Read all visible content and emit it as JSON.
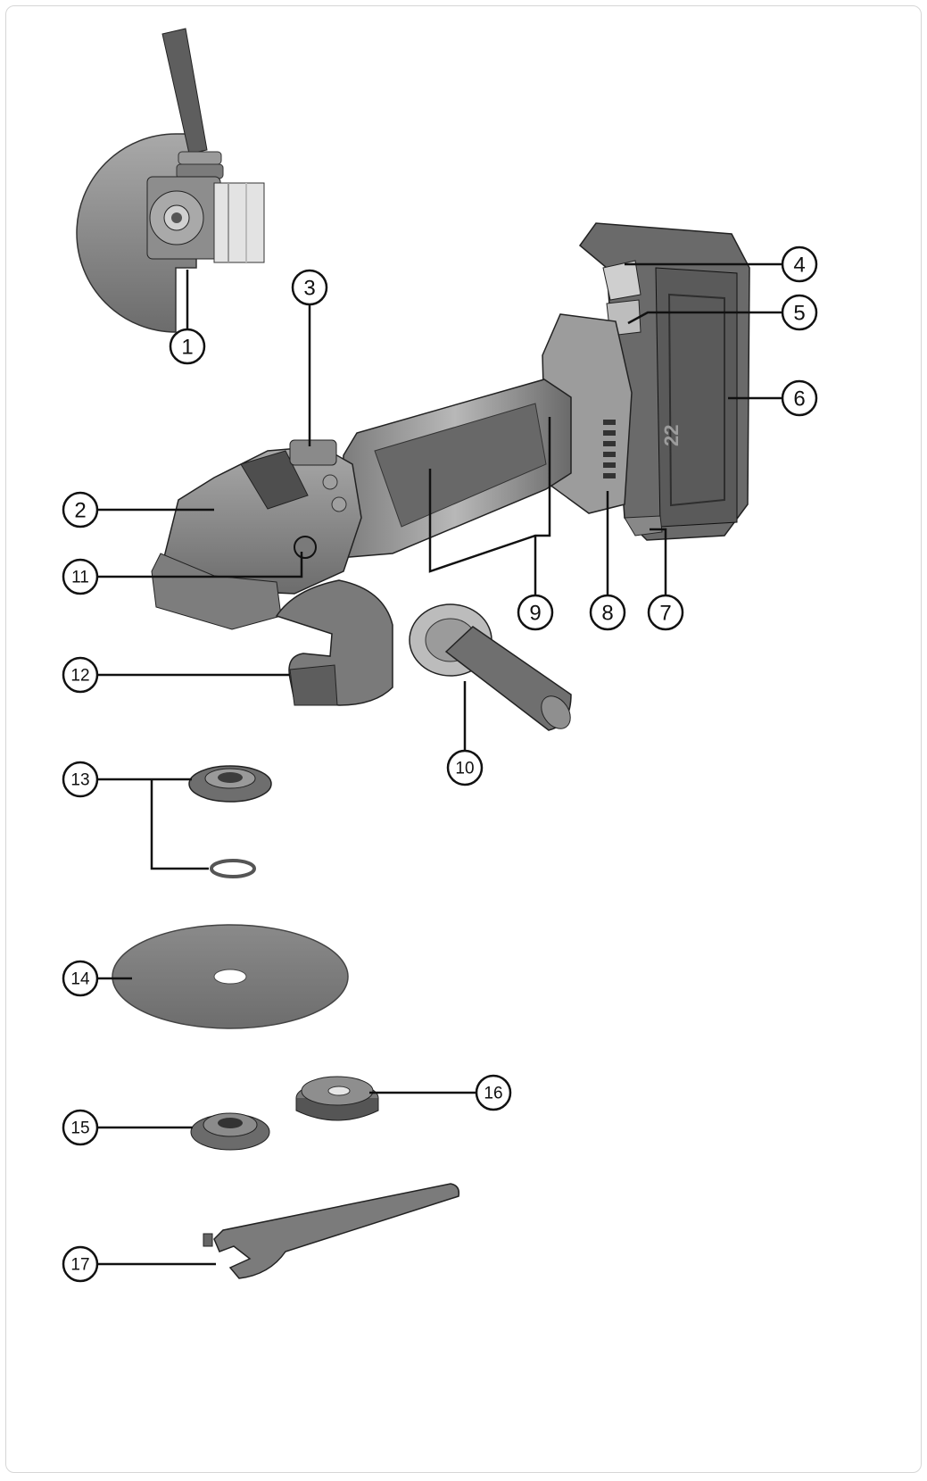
{
  "diagram": {
    "callouts": [
      {
        "id": "1",
        "label": "1"
      },
      {
        "id": "2",
        "label": "2"
      },
      {
        "id": "3",
        "label": "3"
      },
      {
        "id": "4",
        "label": "4"
      },
      {
        "id": "5",
        "label": "5"
      },
      {
        "id": "6",
        "label": "6"
      },
      {
        "id": "7",
        "label": "7"
      },
      {
        "id": "8",
        "label": "8"
      },
      {
        "id": "9",
        "label": "9"
      },
      {
        "id": "10",
        "label": "10"
      },
      {
        "id": "11",
        "label": "11"
      },
      {
        "id": "12",
        "label": "12"
      },
      {
        "id": "13",
        "label": "13"
      },
      {
        "id": "14",
        "label": "14"
      },
      {
        "id": "15",
        "label": "15"
      },
      {
        "id": "16",
        "label": "16"
      },
      {
        "id": "17",
        "label": "17"
      }
    ],
    "battery_marking": "22",
    "colors": {
      "metal_dark": "#6f6f6f",
      "metal_mid": "#8c8c8c",
      "metal_light": "#bdbdbd",
      "outline": "#111111"
    }
  }
}
